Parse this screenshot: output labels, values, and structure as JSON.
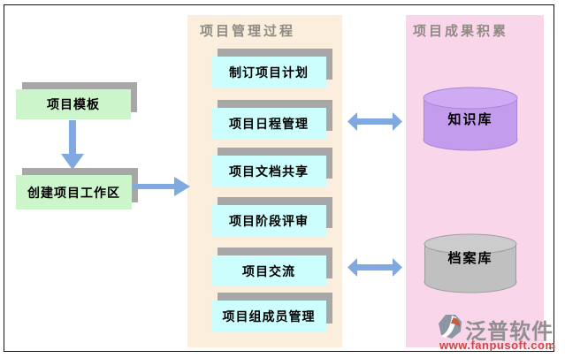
{
  "flow": {
    "template_box": "项目模板",
    "workspace_box": "创建项目工作区"
  },
  "process_panel": {
    "title": "项目管理过程",
    "items": [
      "制订项目计划",
      "项目日程管理",
      "项目文档共享",
      "项目阶段评审",
      "项目交流",
      "项目组成员管理"
    ]
  },
  "results_panel": {
    "title": "项目成果积累",
    "stores": [
      "知识库",
      "档案库"
    ]
  },
  "branding": {
    "name": "泛普软件",
    "url": "www.fanpusoft.com",
    "paragraph_mark": "↵"
  },
  "colors": {
    "arrow_blue": "#7FA9E0",
    "flow_box_green": "#CDF5CC",
    "process_box_cyan": "#CCFEFE",
    "process_panel_bg": "#FBEEDC",
    "results_panel_bg": "#FAD6EA",
    "knowledge_cylinder_purple": "#C39CED",
    "archive_cylinder_gray": "#C0C0C0",
    "box_shadow_gray": "#A7A7A7",
    "panel_title_gray": "#8F8A84",
    "brand_name_gray": "#8F8F8F",
    "brand_url_red": "#CC4747"
  }
}
